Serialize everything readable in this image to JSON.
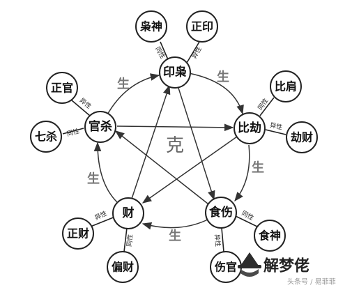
{
  "nodes": {
    "yinxiao": "印枭",
    "bijie": "比劫",
    "shishang": "食伤",
    "cai": "财",
    "guansha": "官杀"
  },
  "subs": {
    "xiaoshen": "枭神",
    "zhengyin": "正印",
    "bijian": "比肩",
    "jiecai": "劫财",
    "shishen": "食神",
    "shangguan": "伤官",
    "zhengcai": "正财",
    "piancai": "偏财",
    "qisha": "七杀",
    "zhengguan": "正官"
  },
  "polarity": {
    "same": "同性",
    "diff": "异性"
  },
  "relations": {
    "generate": "生",
    "control": "克"
  },
  "brand": {
    "name": "解梦佬",
    "watermark": "头条号 / 易菲菲"
  }
}
